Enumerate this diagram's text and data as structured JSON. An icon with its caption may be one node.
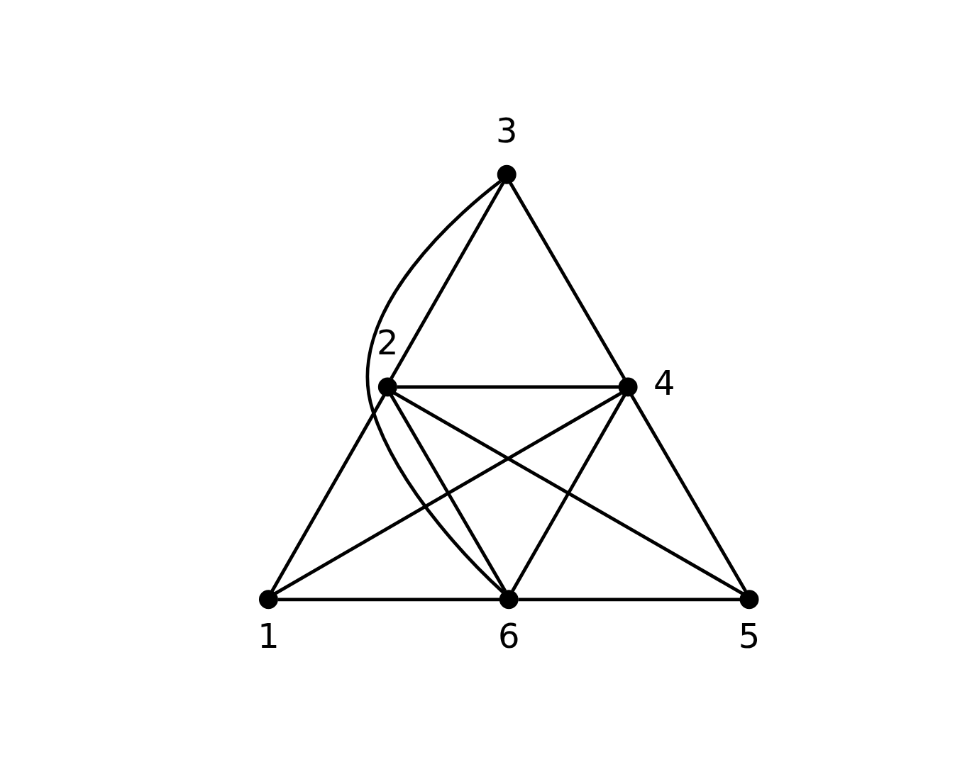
{
  "diagram": {
    "nodes": [
      {
        "text": [],
        "shape": "circle",
        "beside": [
          "3"
        ]
      },
      {
        "text": [],
        "shape": "circle",
        "beside": [
          "2"
        ]
      },
      {
        "text": [],
        "shape": "circle",
        "beside": [
          "4"
        ]
      },
      {
        "text": [],
        "shape": "circle",
        "beside": [
          "1"
        ]
      },
      {
        "text": [],
        "shape": "circle",
        "beside": [
          "6"
        ]
      },
      {
        "text": [],
        "shape": "circle",
        "beside": [
          "5"
        ]
      }
    ],
    "edges": [
      {
        "from": 0,
        "to": 1,
        "arrow": "none"
      },
      {
        "from": 0,
        "to": 2,
        "arrow": "none"
      },
      {
        "from": 0,
        "to": 4,
        "arrow": "none"
      },
      {
        "from": 1,
        "to": 2,
        "arrow": "none"
      },
      {
        "from": 1,
        "to": 3,
        "arrow": "none"
      },
      {
        "from": 1,
        "to": 4,
        "arrow": "none"
      },
      {
        "from": 1,
        "to": 5,
        "arrow": "none"
      },
      {
        "from": 2,
        "to": 3,
        "arrow": "none"
      },
      {
        "from": 2,
        "to": 4,
        "arrow": "none"
      },
      {
        "from": 2,
        "to": 5,
        "arrow": "none"
      },
      {
        "from": 3,
        "to": 4,
        "arrow": "none"
      },
      {
        "from": 4,
        "to": 5,
        "arrow": "none"
      }
    ]
  }
}
